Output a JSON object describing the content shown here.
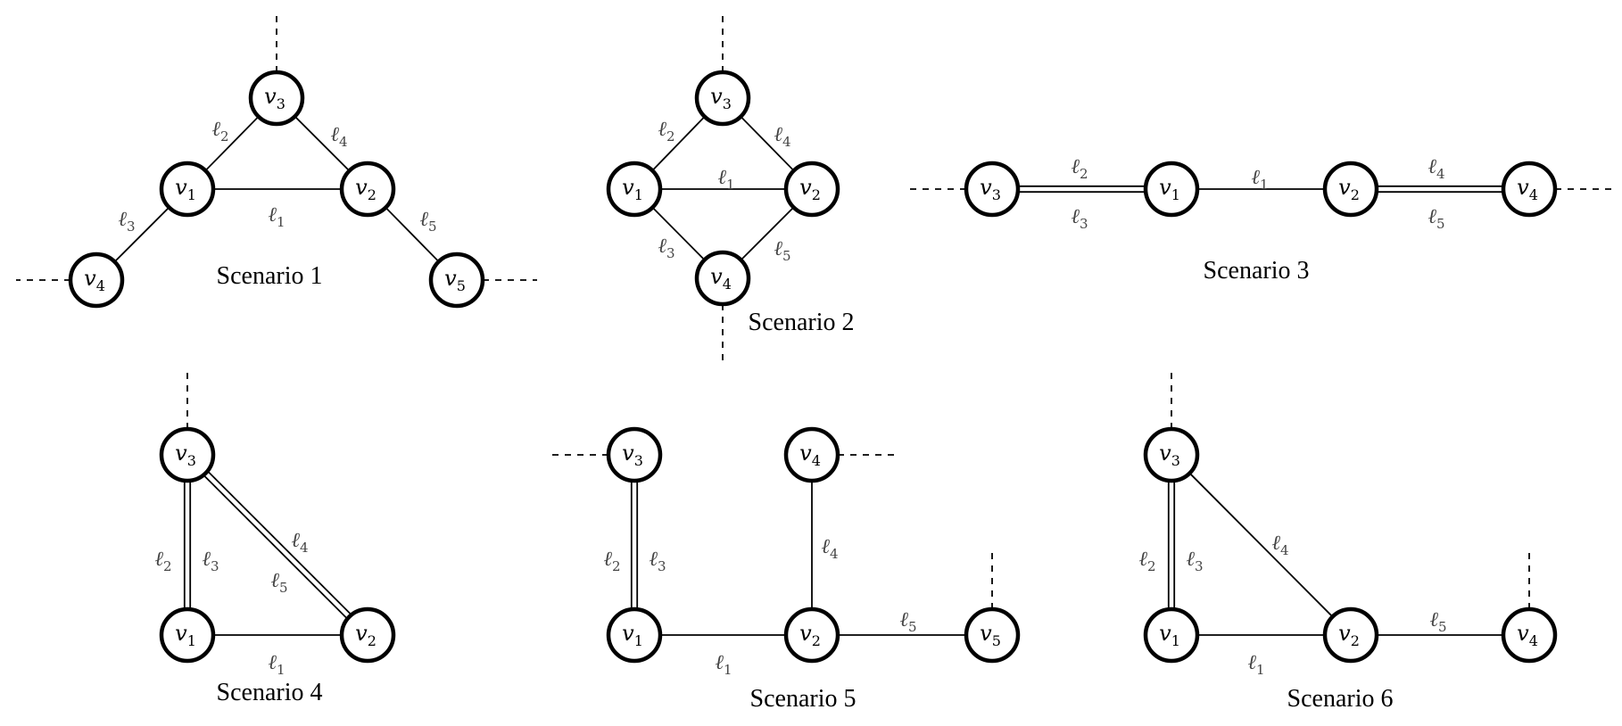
{
  "scenarios": [
    {
      "caption": "Scenario 1",
      "nodes": [
        {
          "id": "v1",
          "label": "v1"
        },
        {
          "id": "v2",
          "label": "v2"
        },
        {
          "id": "v3",
          "label": "v3"
        },
        {
          "id": "v4",
          "label": "v4"
        },
        {
          "id": "v5",
          "label": "v5"
        }
      ],
      "edges": [
        {
          "from": "v1",
          "to": "v2",
          "labels": [
            "ℓ1"
          ]
        },
        {
          "from": "v1",
          "to": "v3",
          "labels": [
            "ℓ2"
          ]
        },
        {
          "from": "v3",
          "to": "v2",
          "labels": [
            "ℓ4"
          ]
        },
        {
          "from": "v1",
          "to": "v4",
          "labels": [
            "ℓ3"
          ]
        },
        {
          "from": "v2",
          "to": "v5",
          "labels": [
            "ℓ5"
          ]
        }
      ],
      "external_links": [
        "v3",
        "v4",
        "v5"
      ]
    },
    {
      "caption": "Scenario 2",
      "nodes": [
        {
          "id": "v1",
          "label": "v1"
        },
        {
          "id": "v2",
          "label": "v2"
        },
        {
          "id": "v3",
          "label": "v3"
        },
        {
          "id": "v4",
          "label": "v4"
        }
      ],
      "edges": [
        {
          "from": "v1",
          "to": "v2",
          "labels": [
            "ℓ1"
          ]
        },
        {
          "from": "v1",
          "to": "v3",
          "labels": [
            "ℓ2"
          ]
        },
        {
          "from": "v3",
          "to": "v2",
          "labels": [
            "ℓ4"
          ]
        },
        {
          "from": "v1",
          "to": "v4",
          "labels": [
            "ℓ3"
          ]
        },
        {
          "from": "v4",
          "to": "v2",
          "labels": [
            "ℓ5"
          ]
        }
      ],
      "external_links": [
        "v3",
        "v4"
      ]
    },
    {
      "caption": "Scenario 3",
      "nodes": [
        {
          "id": "v3",
          "label": "v3"
        },
        {
          "id": "v1",
          "label": "v1"
        },
        {
          "id": "v2",
          "label": "v2"
        },
        {
          "id": "v4",
          "label": "v4"
        }
      ],
      "edges": [
        {
          "from": "v3",
          "to": "v1",
          "labels": [
            "ℓ2",
            "ℓ3"
          ]
        },
        {
          "from": "v1",
          "to": "v2",
          "labels": [
            "ℓ1"
          ]
        },
        {
          "from": "v2",
          "to": "v4",
          "labels": [
            "ℓ4",
            "ℓ5"
          ]
        }
      ],
      "external_links": [
        "v3",
        "v4"
      ]
    },
    {
      "caption": "Scenario 4",
      "nodes": [
        {
          "id": "v3",
          "label": "v3"
        },
        {
          "id": "v1",
          "label": "v1"
        },
        {
          "id": "v2",
          "label": "v2"
        }
      ],
      "edges": [
        {
          "from": "v3",
          "to": "v1",
          "labels": [
            "ℓ2",
            "ℓ3"
          ]
        },
        {
          "from": "v3",
          "to": "v2",
          "labels": [
            "ℓ4",
            "ℓ5"
          ]
        },
        {
          "from": "v1",
          "to": "v2",
          "labels": [
            "ℓ1"
          ]
        }
      ],
      "external_links": [
        "v3"
      ]
    },
    {
      "caption": "Scenario 5",
      "nodes": [
        {
          "id": "v3",
          "label": "v3"
        },
        {
          "id": "v4",
          "label": "v4"
        },
        {
          "id": "v1",
          "label": "v1"
        },
        {
          "id": "v2",
          "label": "v2"
        },
        {
          "id": "v5",
          "label": "v5"
        }
      ],
      "edges": [
        {
          "from": "v3",
          "to": "v1",
          "labels": [
            "ℓ2",
            "ℓ3"
          ]
        },
        {
          "from": "v4",
          "to": "v2",
          "labels": [
            "ℓ4"
          ]
        },
        {
          "from": "v1",
          "to": "v2",
          "labels": [
            "ℓ1"
          ]
        },
        {
          "from": "v2",
          "to": "v5",
          "labels": [
            "ℓ5"
          ]
        }
      ],
      "external_links": [
        "v3",
        "v4",
        "v5"
      ]
    },
    {
      "caption": "Scenario 6",
      "nodes": [
        {
          "id": "v3",
          "label": "v3"
        },
        {
          "id": "v1",
          "label": "v1"
        },
        {
          "id": "v2",
          "label": "v2"
        },
        {
          "id": "v4",
          "label": "v4"
        }
      ],
      "edges": [
        {
          "from": "v3",
          "to": "v1",
          "labels": [
            "ℓ2",
            "ℓ3"
          ]
        },
        {
          "from": "v3",
          "to": "v2",
          "labels": [
            "ℓ4"
          ]
        },
        {
          "from": "v1",
          "to": "v2",
          "labels": [
            "ℓ1"
          ]
        },
        {
          "from": "v2",
          "to": "v4",
          "labels": [
            "ℓ5"
          ]
        }
      ],
      "external_links": [
        "v3",
        "v4"
      ]
    }
  ]
}
